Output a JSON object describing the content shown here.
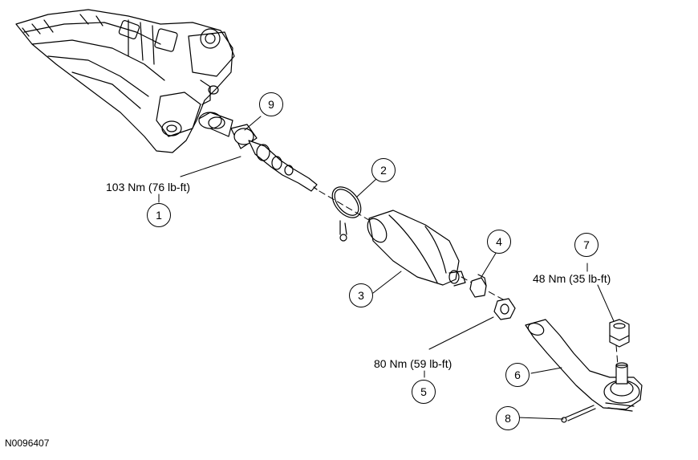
{
  "figure_id": "N0096407",
  "callouts": [
    "1",
    "2",
    "3",
    "4",
    "5",
    "6",
    "7",
    "8",
    "9"
  ],
  "torques": {
    "t1": "103 Nm (76 lb-ft)",
    "t5": "80 Nm (59 lb-ft)",
    "t7": "48 Nm (35 lb-ft)"
  }
}
